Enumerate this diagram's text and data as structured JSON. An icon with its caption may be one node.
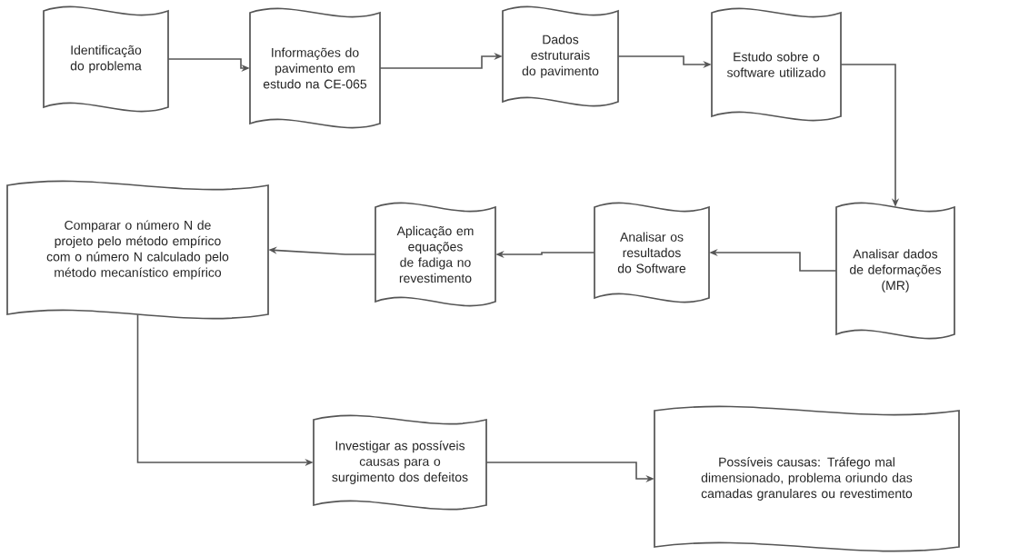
{
  "diagram": {
    "nodes": [
      {
        "text": [
          "Identificação do problema"
        ]
      },
      {
        "text": [
          "Informações do pavimento em estudo na CE-065"
        ]
      },
      {
        "text": [
          "Dados estruturais do pavimento"
        ]
      },
      {
        "text": [
          "Estudo sobre o software utilizado"
        ]
      },
      {
        "text": [
          "Analisar dados de deformações (MR)"
        ]
      },
      {
        "text": [
          "Analisar os resultados do Software"
        ]
      },
      {
        "text": [
          "Aplicação em equações de fadiga no revestimento"
        ]
      },
      {
        "text": [
          "Comparar o número N de projeto pelo método empírico com o número N calculado pelo método mecanístico empírico"
        ]
      },
      {
        "text": [
          "Investigar as possíveis causas para o surgimento dos defeitos"
        ]
      },
      {
        "text": [
          "Possíveis causas: Tráfego mal dimensionado, problema oriundo das camadas granulares ou revestimento"
        ]
      }
    ],
    "edges": [
      {
        "from": 0,
        "to": 1,
        "arrow": "to"
      },
      {
        "from": 1,
        "to": 2,
        "arrow": "to"
      },
      {
        "from": 2,
        "to": 3,
        "arrow": "to"
      },
      {
        "from": 3,
        "to": 4,
        "arrow": "to"
      },
      {
        "from": 4,
        "to": 5,
        "arrow": "to"
      },
      {
        "from": 5,
        "to": 6,
        "arrow": "to"
      },
      {
        "from": 6,
        "to": 7,
        "arrow": "to"
      },
      {
        "from": 7,
        "to": 8,
        "arrow": "to"
      },
      {
        "from": 8,
        "to": 9,
        "arrow": "to"
      }
    ]
  }
}
